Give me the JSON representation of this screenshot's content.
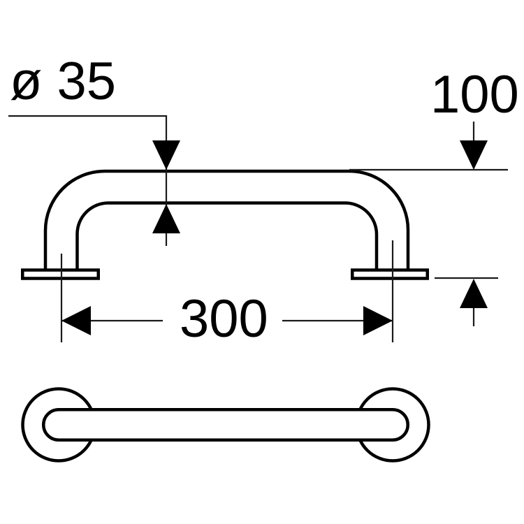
{
  "drawing": {
    "kind": "technical-dimension-drawing",
    "subject": "grab-bar",
    "colors": {
      "line": "#000000",
      "background": "#ffffff"
    },
    "dimensions": {
      "diameter": {
        "label": "ø 35"
      },
      "projection": {
        "label": "100"
      },
      "center_distance": {
        "label": "300"
      }
    }
  }
}
